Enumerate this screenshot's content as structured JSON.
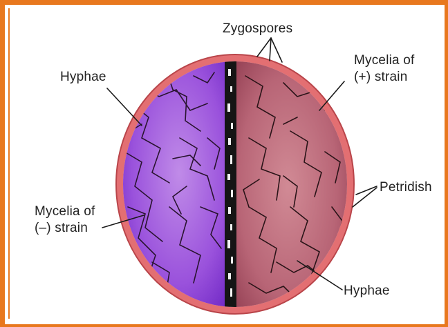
{
  "labels": {
    "zygospores": "Zygospores",
    "hyphae_top": "Hyphae",
    "mycelia_plus_line1": "Mycelia of",
    "mycelia_plus_line2": "(+) strain",
    "petridish": "Petridish",
    "mycelia_minus_line1": "Mycelia of",
    "mycelia_minus_line2": "(–) strain",
    "hyphae_bottom": "Hyphae"
  },
  "colors": {
    "frame": "#e8781e",
    "dish_rim": "#e36f72",
    "minus_strain": "#8a3fd6",
    "plus_strain": "#b05a6e",
    "hyphae": "#2a1a2a",
    "zygospore_band": "#111111"
  }
}
